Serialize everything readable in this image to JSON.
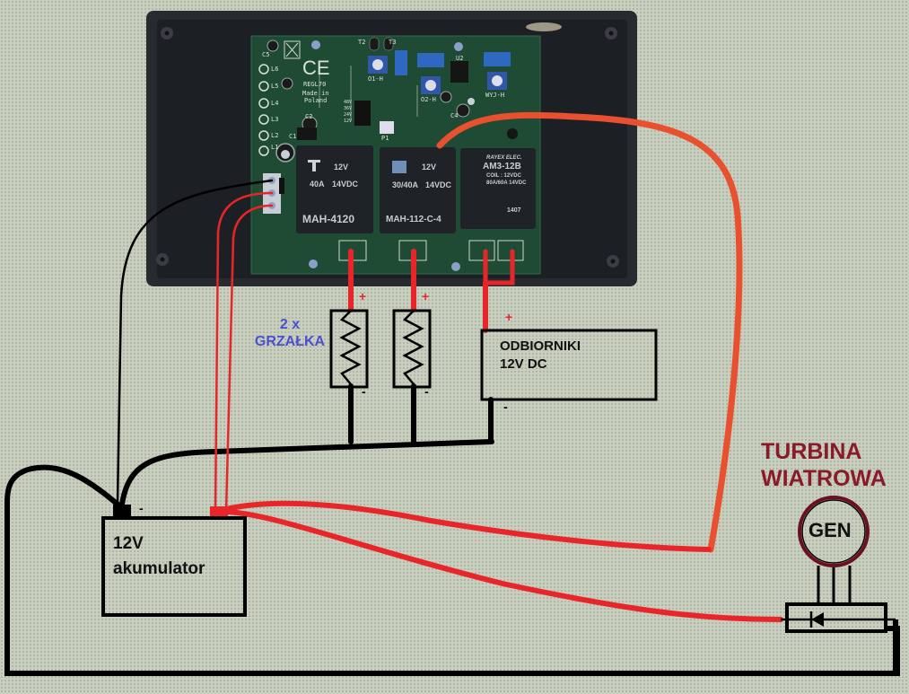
{
  "diagram": {
    "title": "Wind turbine charge controller wiring",
    "colors": {
      "background": "#c8cfbf",
      "enclosure": "#1e2226",
      "pcb": "#1f4a33",
      "positive_wire": "#e8262a",
      "negative_wire": "#000000",
      "heater_label": "#4a4fd0",
      "turbine_label": "#8a1a2a"
    },
    "board": {
      "markings": [
        "REGL70",
        "Made in",
        "Poland"
      ],
      "leds": [
        "L6",
        "L5",
        "L4",
        "L3",
        "L2",
        "L1"
      ],
      "components": [
        "C5",
        "C2",
        "C1",
        "C4",
        "T2",
        "T3",
        "U2",
        "P1",
        "O1-H",
        "O2-H",
        "WYJ-H"
      ],
      "jumper_labels": [
        "48V",
        "36V",
        "24V",
        "12V"
      ],
      "ce_mark": "CE"
    },
    "relays": [
      {
        "model": "MAH-4120",
        "rating": "40A",
        "voltage": "14VDC",
        "coil": "12V"
      },
      {
        "model": "MAH-112-C-4",
        "rating": "30/40A",
        "voltage": "14VDC",
        "coil": "12V"
      },
      {
        "model": "AM3-12B",
        "brand": "RAYEX ELEC.",
        "coil": "COIL : 12VDC",
        "rating": "80A/60A 14VDC",
        "code": "1407"
      }
    ],
    "loads": {
      "heaters_label_line1": "2 x",
      "heaters_label_line2": "GRZAŁKA",
      "receivers_line1": "ODBIORNIKI",
      "receivers_line2": "12V DC"
    },
    "battery": {
      "line1": "12V",
      "line2": "akumulator",
      "neg": "-",
      "pos": "+"
    },
    "turbine": {
      "line1": "TURBINA",
      "line2": "WIATROWA",
      "generator": "GEN"
    },
    "polarity": {
      "plus": "+",
      "minus": "-"
    }
  }
}
